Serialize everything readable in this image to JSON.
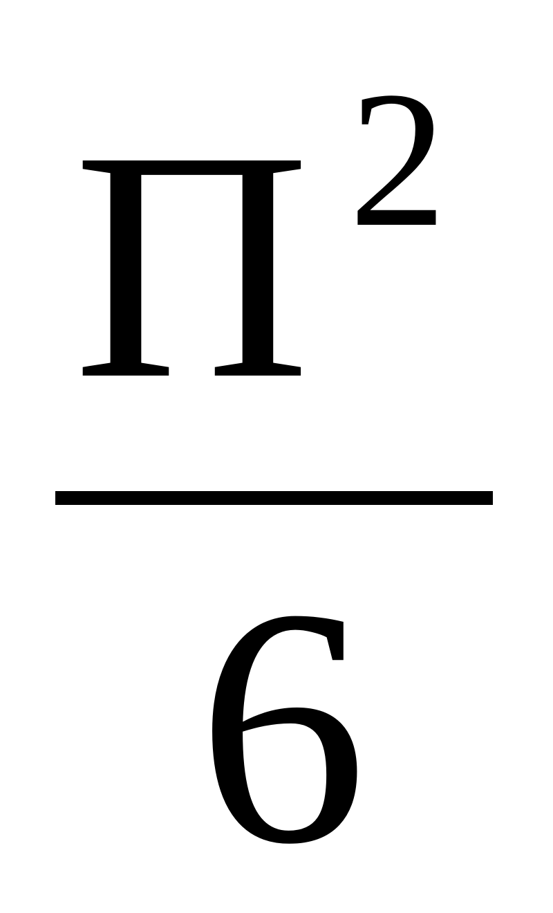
{
  "formula": {
    "numerator_base": "Π",
    "numerator_exponent": "2",
    "denominator": "6"
  },
  "colors": {
    "background": "#ffffff",
    "ink": "#000000"
  }
}
